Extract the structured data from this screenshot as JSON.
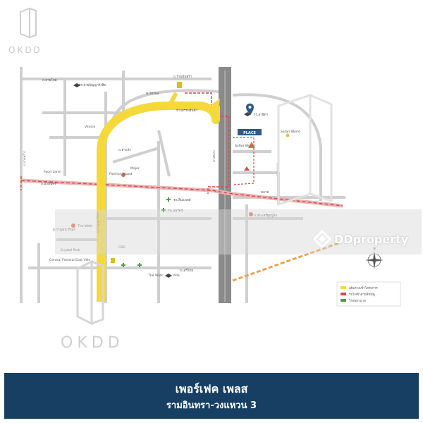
{
  "watermark": {
    "brand_top": "OKDD",
    "brand_bottom": "OKDD",
    "portal": "DDproperty"
  },
  "banner": {
    "title": "เพอร์เฟค เพลส",
    "subtitle": "รามอินทรา-วงแหวน 3"
  },
  "map": {
    "project_marker": "PLACE",
    "route_color": "#f5d93b",
    "road_color": "#cfcfcf",
    "expressway_color": "#8a8a8a",
    "rail_color": "#d94a4a",
    "labels": [
      "ถ.รามอินทรา",
      "ถ.สายไหม",
      "รร.สายปัญญารังสิต",
      "ห้างสรรพสินค้า",
      "ซ.วัชรพล",
      "Venice",
      "Food Land",
      "ถ.ท่าแร้ง",
      "ถ.นวมินทร์",
      "Fashion Island",
      "Major",
      "Safari World",
      "PLACE",
      "Central Festival East Ville",
      "Crystal Park",
      "CDC",
      "The Walk",
      "Villa",
      "ถ.ประเสริฐมนูกิจ",
      "รพ.สินแพทย์",
      "รพ.นพรัตน์"
    ],
    "legend": [
      {
        "color": "#f5d93b",
        "text": "เส้นทางเข้าโครงการ"
      },
      {
        "color": "#d94a4a",
        "text": "รถไฟฟ้าสายสีชมพู"
      },
      {
        "color": "#4f9a4f",
        "text": "โรงพยาบาล"
      }
    ],
    "compass": "N"
  }
}
